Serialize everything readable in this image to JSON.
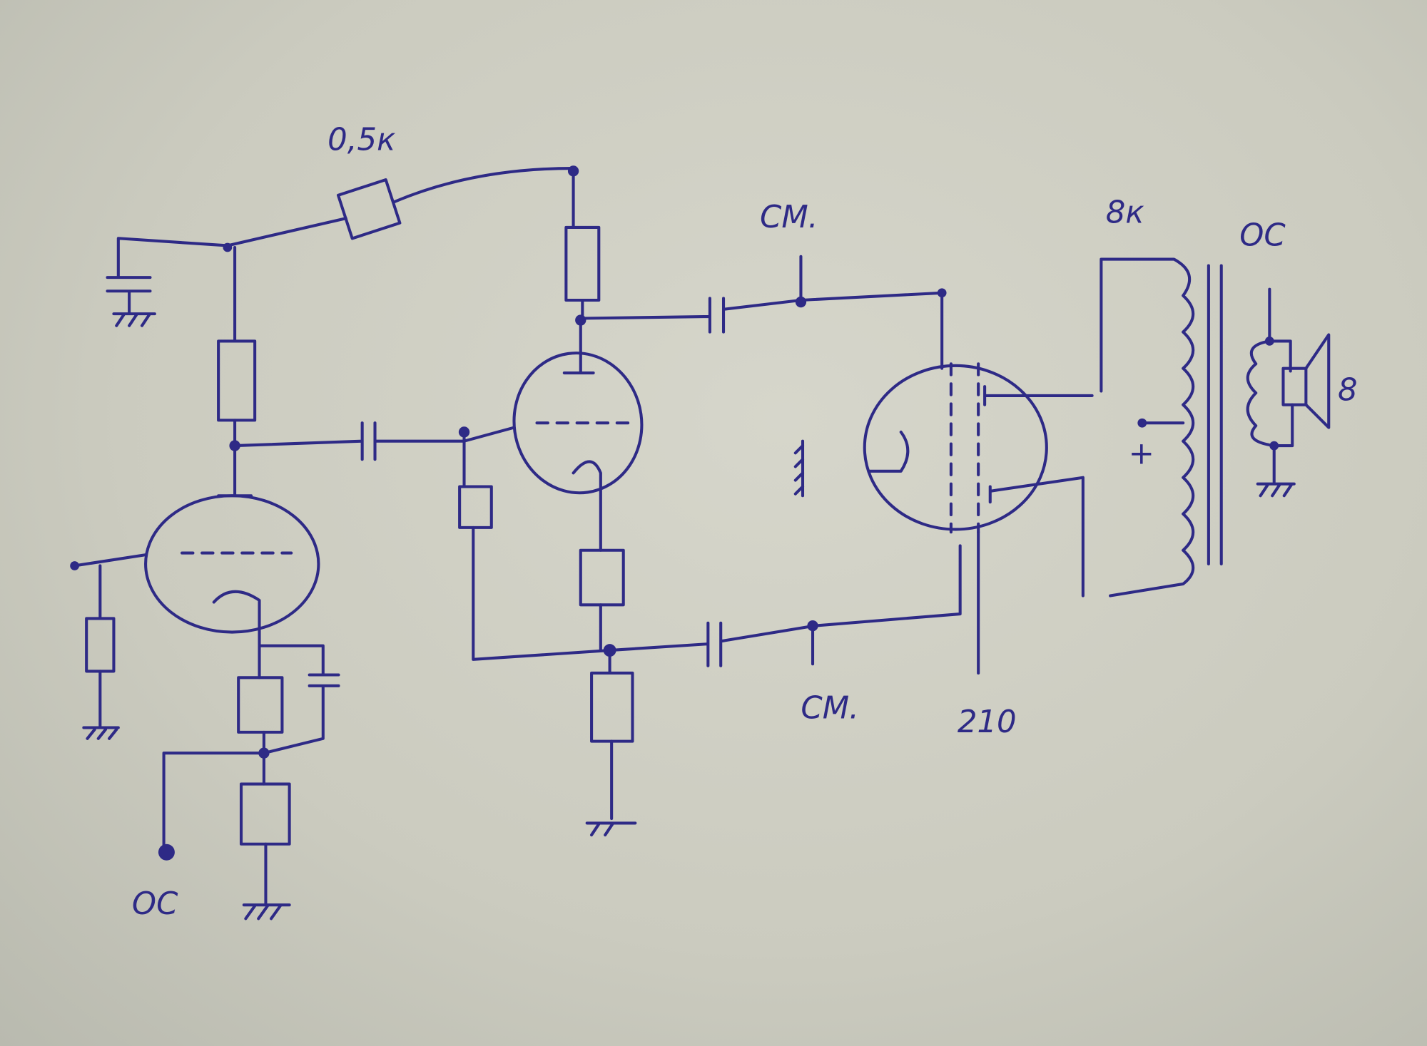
{
  "title": "Hand-drawn tube amplifier schematic",
  "labels": {
    "feedback_resistor": "0,5к",
    "bias_top": "СМ.",
    "bias_bottom": "СМ.",
    "output_impedance": "8к",
    "feedback_top": "ОС",
    "speaker_impedance": "8",
    "plus": "+",
    "output_tube": "210",
    "feedback_input": "ОС"
  },
  "ink_color": "#2e2a86",
  "paper_color": "#cfcfc4"
}
